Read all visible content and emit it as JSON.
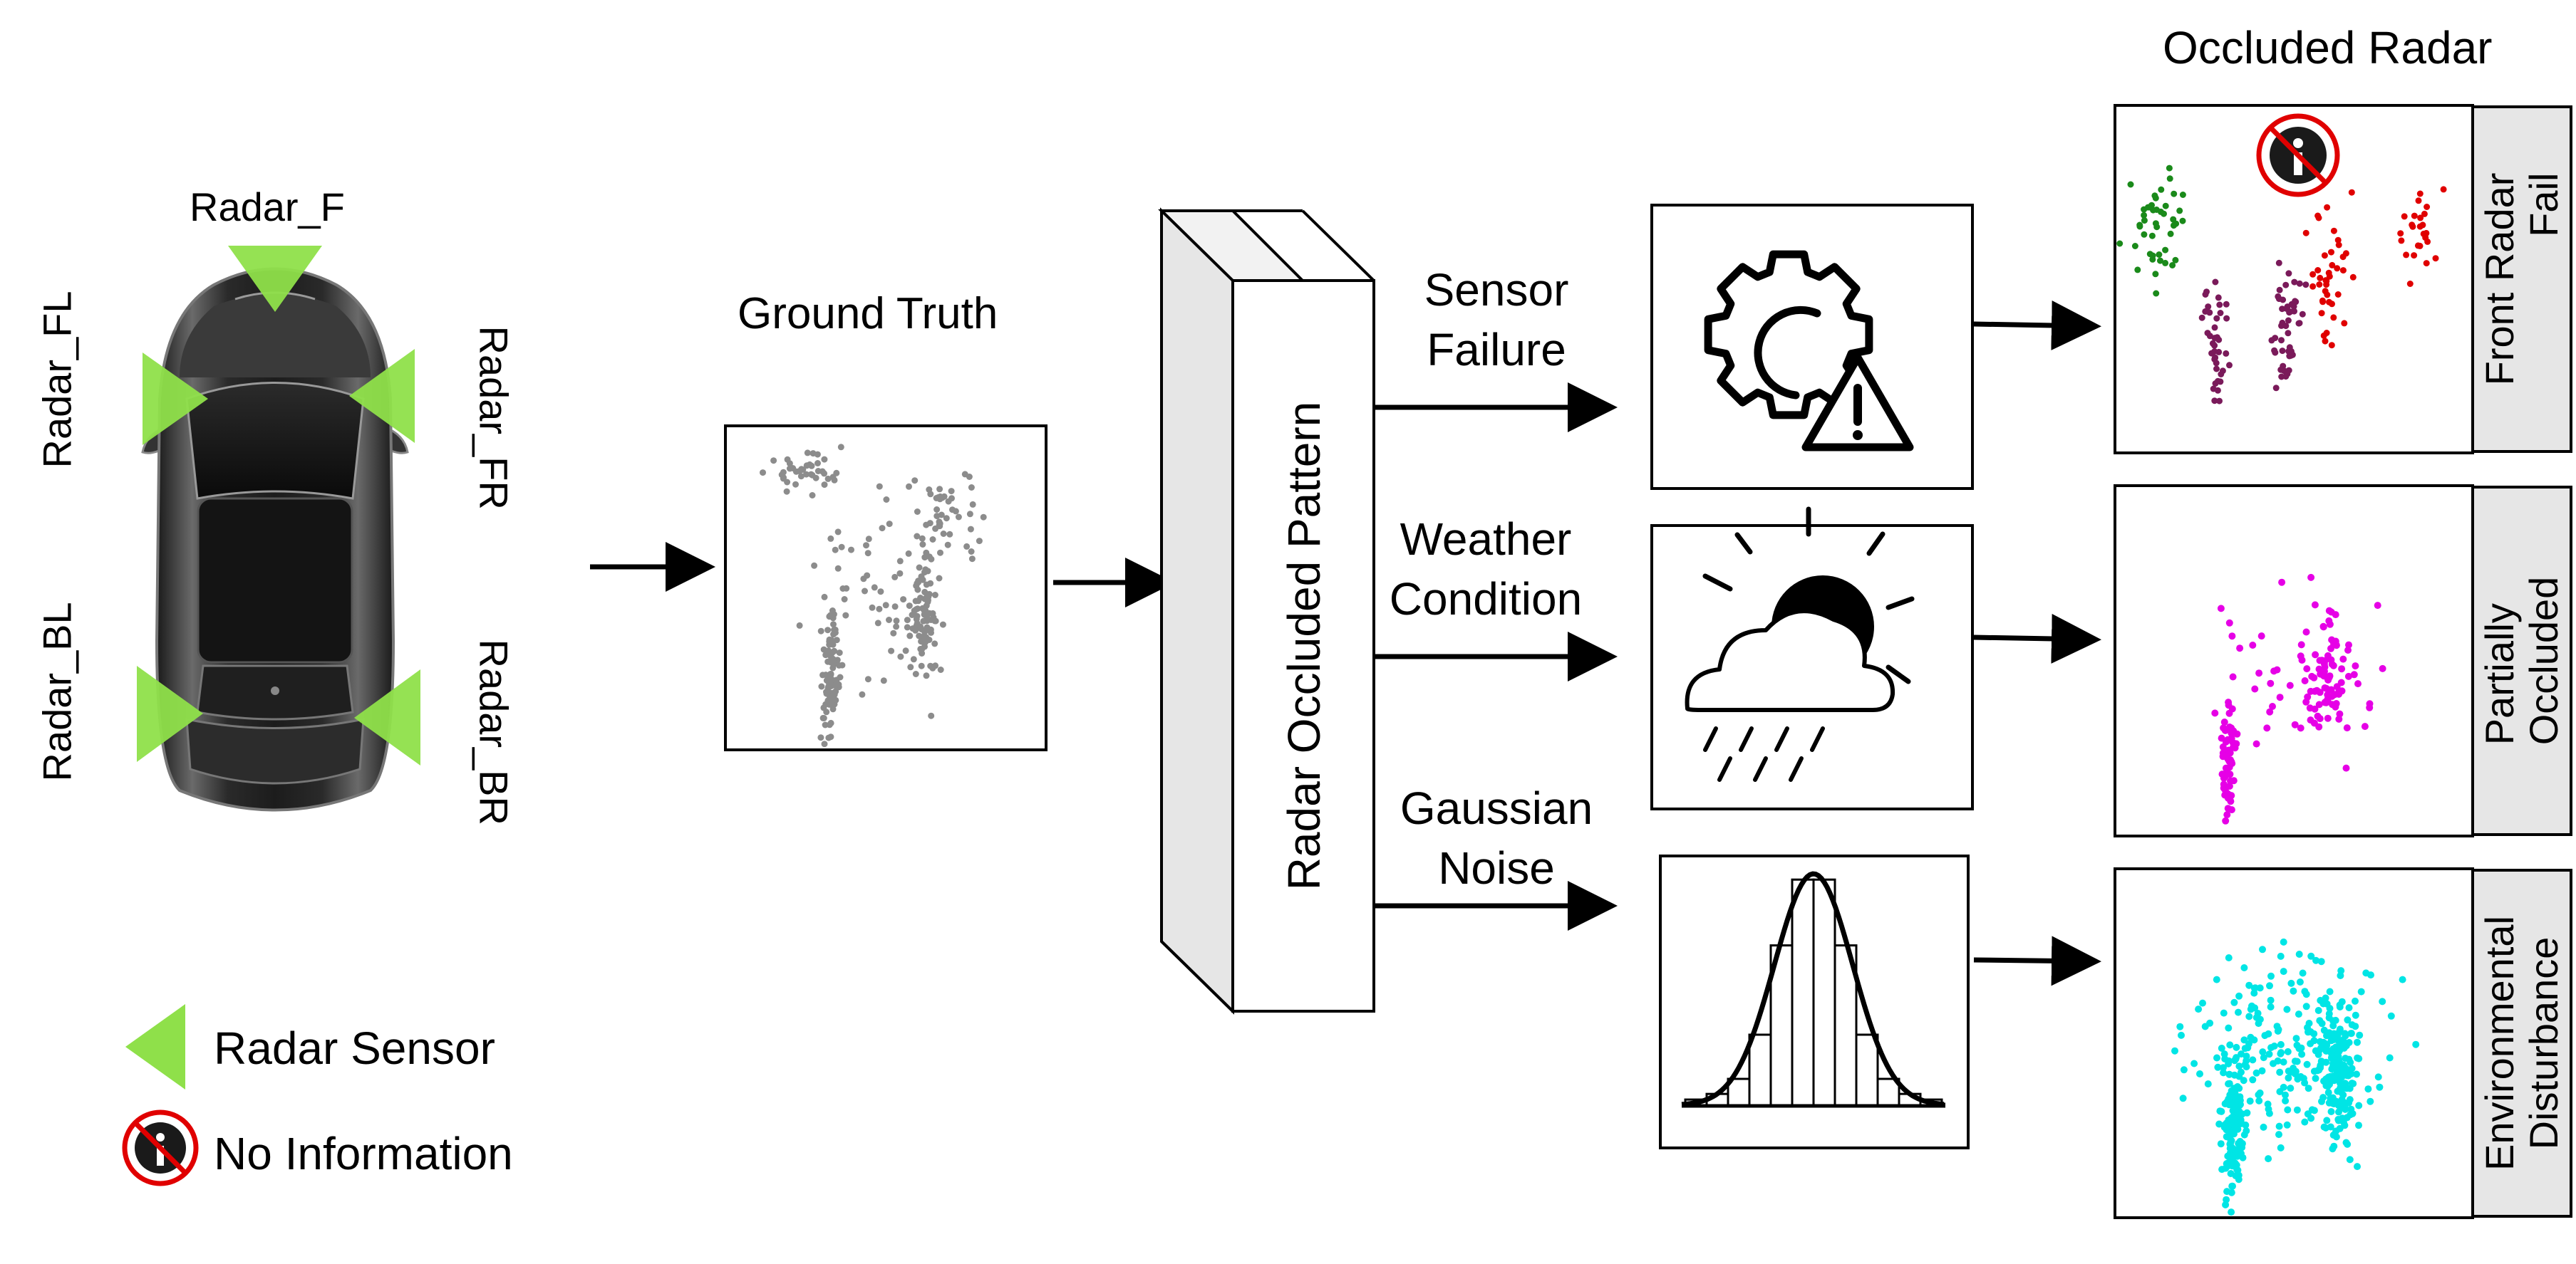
{
  "radar_labels": {
    "front": "Radar_F",
    "front_left": "Radar_FL",
    "front_right": "Radar_FR",
    "back_left": "Radar_BL",
    "back_right": "Radar_BR"
  },
  "ground_truth_label": "Ground Truth",
  "pattern_block_label": "Radar Occluded Pattern",
  "output_title": "Occluded Radar",
  "scenarios": [
    {
      "name": [
        "Sensor",
        "Failure"
      ],
      "icon": "gear-warning-icon",
      "result": [
        "Front Radar",
        "Fail"
      ],
      "color": "#cc0000"
    },
    {
      "name": [
        "Weather",
        "Condition"
      ],
      "icon": "weather-rain-icon",
      "result": [
        "Partially",
        "Occluded"
      ],
      "color": "#e600e6"
    },
    {
      "name": [
        "Gaussian",
        "Noise"
      ],
      "icon": "gaussian-histogram-icon",
      "result": [
        "Environmental",
        "Disturbance"
      ],
      "color": "#00e5e5"
    }
  ],
  "legend": {
    "radar_sensor": "Radar Sensor",
    "no_information": "No Information"
  },
  "colors": {
    "sensor_green": "#8fe04a",
    "ground_truth_points": "#8c8c8c",
    "front_fail_green": "#1a8a1a",
    "front_fail_red": "#e00000",
    "front_fail_purple": "#7a1a5a",
    "partial_magenta": "#e600e6",
    "noise_cyan": "#00e5e5",
    "prohibit_red": "#e00000"
  }
}
